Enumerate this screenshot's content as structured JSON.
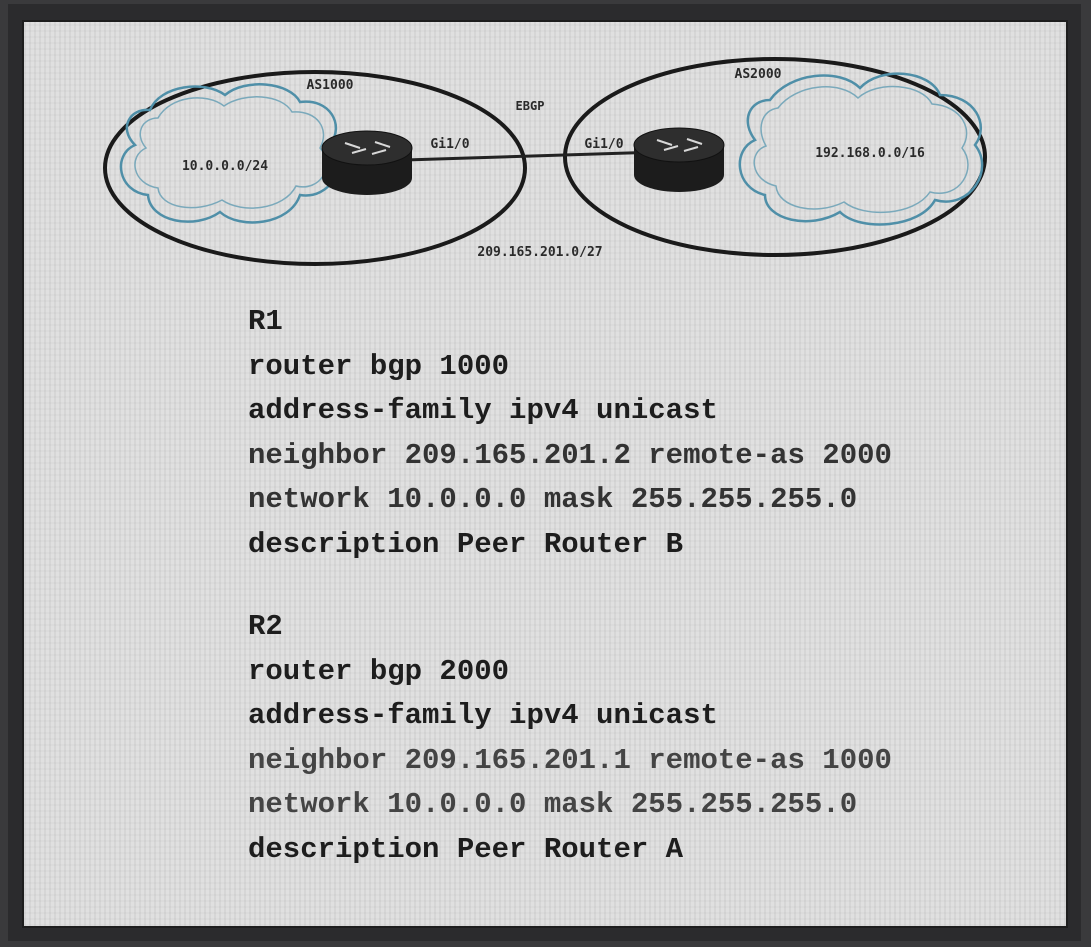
{
  "diagram": {
    "as_left_label": "AS1000",
    "as_right_label": "AS2000",
    "left_network": "10.0.0.0/24",
    "right_network": "192.168.0.0/16",
    "link_protocol": "EBGP",
    "left_interface": "Gi1/0",
    "right_interface": "Gi1/0",
    "link_subnet": "209.165.201.0/27",
    "icons": {
      "left_router": "router-icon",
      "right_router": "router-icon",
      "left_cloud": "cloud-icon",
      "right_cloud": "cloud-icon"
    },
    "colors": {
      "router": "#1c1c1c",
      "cloud_outline": "#4f8fa8",
      "ellipse": "#1a1a1a"
    }
  },
  "r1": {
    "title": "R1",
    "lines": [
      "router bgp 1000",
      "address-family ipv4 unicast",
      "neighbor 209.165.201.2 remote-as 2000",
      "network 10.0.0.0 mask 255.255.255.0",
      "description Peer Router B"
    ]
  },
  "r2": {
    "title": "R2",
    "lines": [
      "router bgp 2000",
      "address-family ipv4 unicast",
      "neighbor 209.165.201.1 remote-as 1000",
      "network 10.0.0.0 mask 255.255.255.0",
      "description Peer Router A"
    ]
  }
}
